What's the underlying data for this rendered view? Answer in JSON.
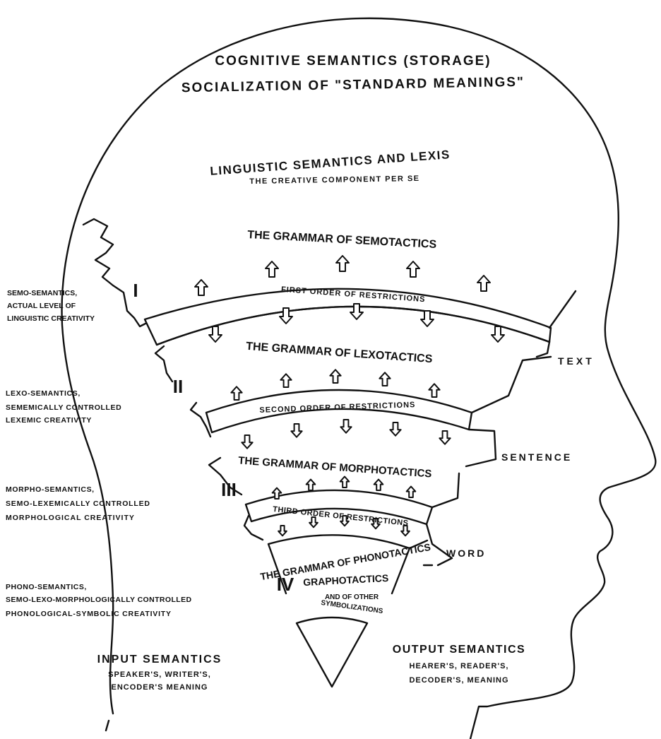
{
  "top": {
    "line1": "COGNITIVE SEMANTICS (STORAGE)",
    "line2": "SOCIALIZATION OF \"STANDARD MEANINGS\""
  },
  "linguistic": {
    "line1": "LINGUISTIC SEMANTICS AND LEXIS",
    "line2": "THE CREATIVE COMPONENT PER SE"
  },
  "grammars": {
    "semotactics": "THE GRAMMAR OF SEMOTACTICS",
    "lexotactics": "THE GRAMMAR OF LEXOTACTICS",
    "morphotactics": "THE GRAMMAR OF MORPHOTACTICS",
    "phonotactics": "THE GRAMMAR OF PHONOTACTICS",
    "graphotactics": "GRAPHOTACTICS",
    "other1": "AND OF OTHER",
    "other2": "SYMBOLIZATIONS"
  },
  "restrictions": {
    "first": "FIRST ORDER OF RESTRICTIONS",
    "second": "SECOND ORDER OF RESTRICTIONS",
    "third": "THIRD ORDER OF RESTRICTIONS"
  },
  "levels": {
    "I": "I",
    "II": "II",
    "III": "III",
    "IV": "IV"
  },
  "units": {
    "text": "TEXT",
    "sentence": "SENTENCE",
    "word": "WORD"
  },
  "left_labels": {
    "semo": [
      "SEMO-SEMANTICS,",
      "ACTUAL LEVEL OF",
      "LINGUISTIC CREATIVITY"
    ],
    "lexo": [
      "LEXO-SEMANTICS,",
      "SEMEMICALLY CONTROLLED",
      "LEXEMIC CREATIVITY"
    ],
    "morpho": [
      "MORPHO-SEMANTICS,",
      "SEMO-LEXEMICALLY CONTROLLED",
      "MORPHOLOGICAL CREATIVITY"
    ],
    "phono": [
      "PHONO-SEMANTICS,",
      "SEMO-LEXO-MORPHOLOGICALLY CONTROLLED",
      "PHONOLOGICAL-SYMBOLIC CREATIVITY"
    ]
  },
  "input": {
    "title": "INPUT SEMANTICS",
    "line1": "SPEAKER'S, WRITER'S,",
    "line2": "ENCODER'S MEANING"
  },
  "output": {
    "title": "OUTPUT SEMANTICS",
    "line1": "HEARER'S, READER'S,",
    "line2": "DECODER'S, MEANING"
  }
}
